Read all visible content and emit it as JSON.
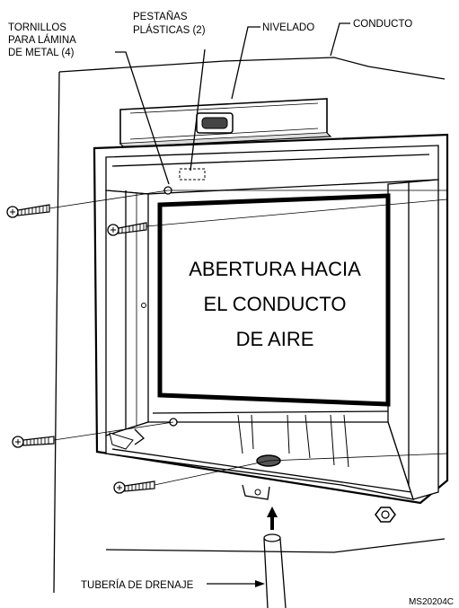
{
  "labels": {
    "screws_line1": "TORNILLOS",
    "screws_line2": "PARA LÁMINA",
    "screws_line3": "DE METAL (4)",
    "tabs_line1": "PESTAÑAS",
    "tabs_line2": "PLÁSTICAS (2)",
    "level": "NIVELADO",
    "duct": "CONDUCTO",
    "opening_line1": "ABERTURA HACIA",
    "opening_line2": "EL CONDUCTO",
    "opening_line3": "DE AIRE",
    "drain": "TUBERÍA DE DRENAJE",
    "figure_code": "MS20204C"
  }
}
